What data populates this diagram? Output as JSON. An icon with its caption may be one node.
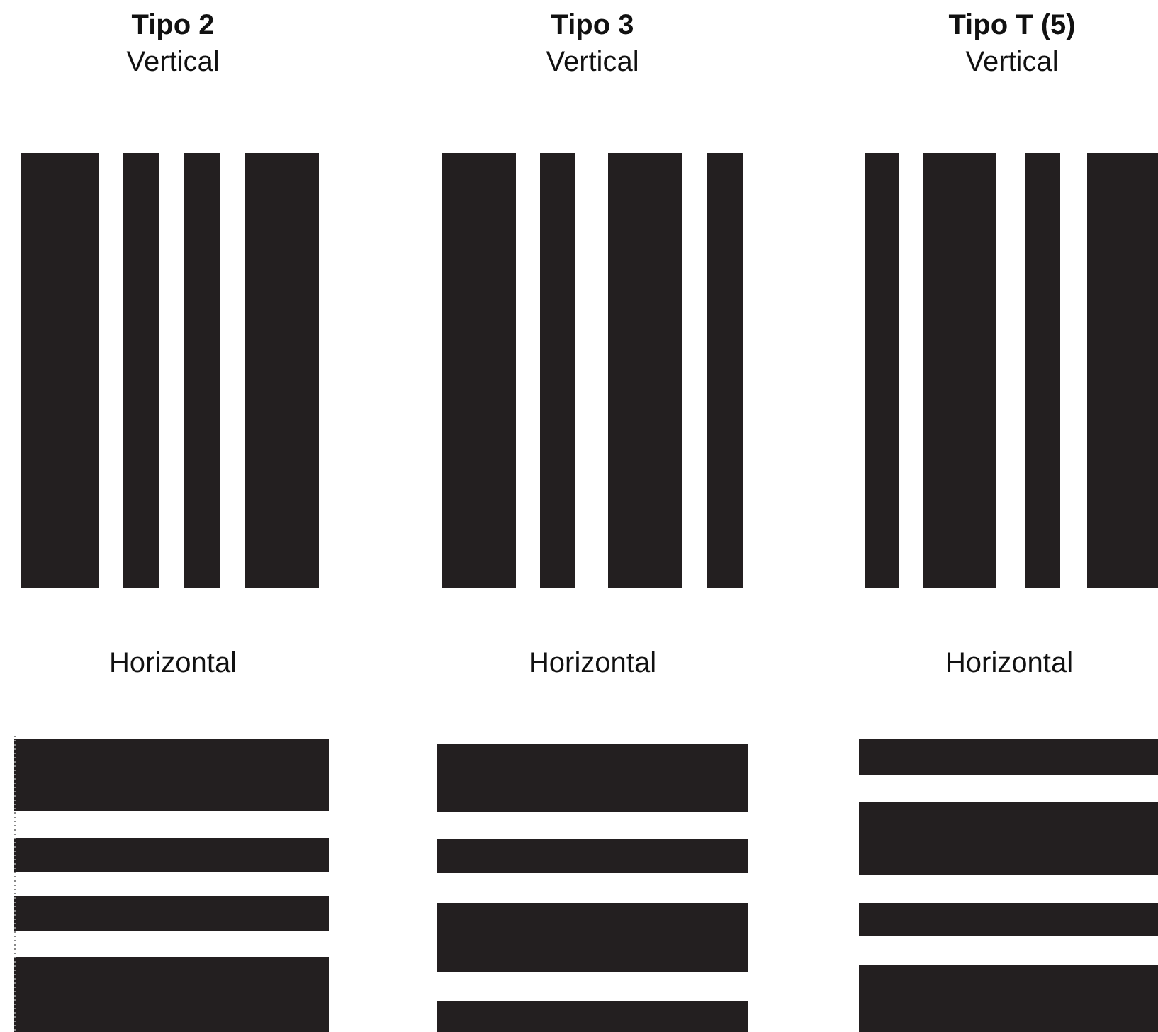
{
  "diagram": {
    "labels": [
      "Tipo 2",
      "Vertical",
      "Tipo 3",
      "Vertical",
      "Tipo T (5)",
      "Vertical",
      "Horizontal",
      "Horizontal",
      "Horizontal"
    ]
  }
}
